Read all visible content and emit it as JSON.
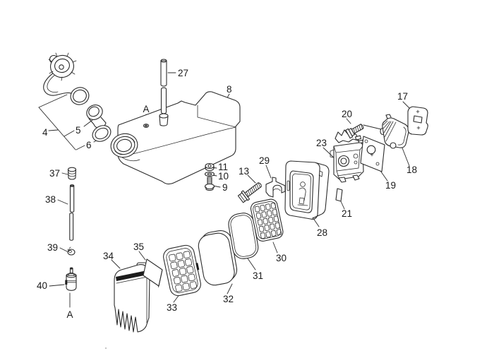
{
  "figure": {
    "kind": "exploded-parts-diagram",
    "background_color": "#ffffff",
    "line_color": "#2b2b2b",
    "accent_fill": "#1c1c1c"
  },
  "labels": {
    "p4": "4",
    "p5": "5",
    "p6": "6",
    "p8": "8",
    "p9": "9",
    "p10": "10",
    "p11": "11",
    "p13": "13",
    "p17": "17",
    "p18": "18",
    "p19": "19",
    "p20": "20",
    "p21": "21",
    "p23": "23",
    "p27": "27",
    "p28": "28",
    "p29": "29",
    "p30": "30",
    "p31": "31",
    "p32": "32",
    "p33": "33",
    "p34": "34",
    "p35": "35",
    "p37": "37",
    "p38": "38",
    "p39": "39",
    "p40": "40",
    "ref_a": "A"
  }
}
